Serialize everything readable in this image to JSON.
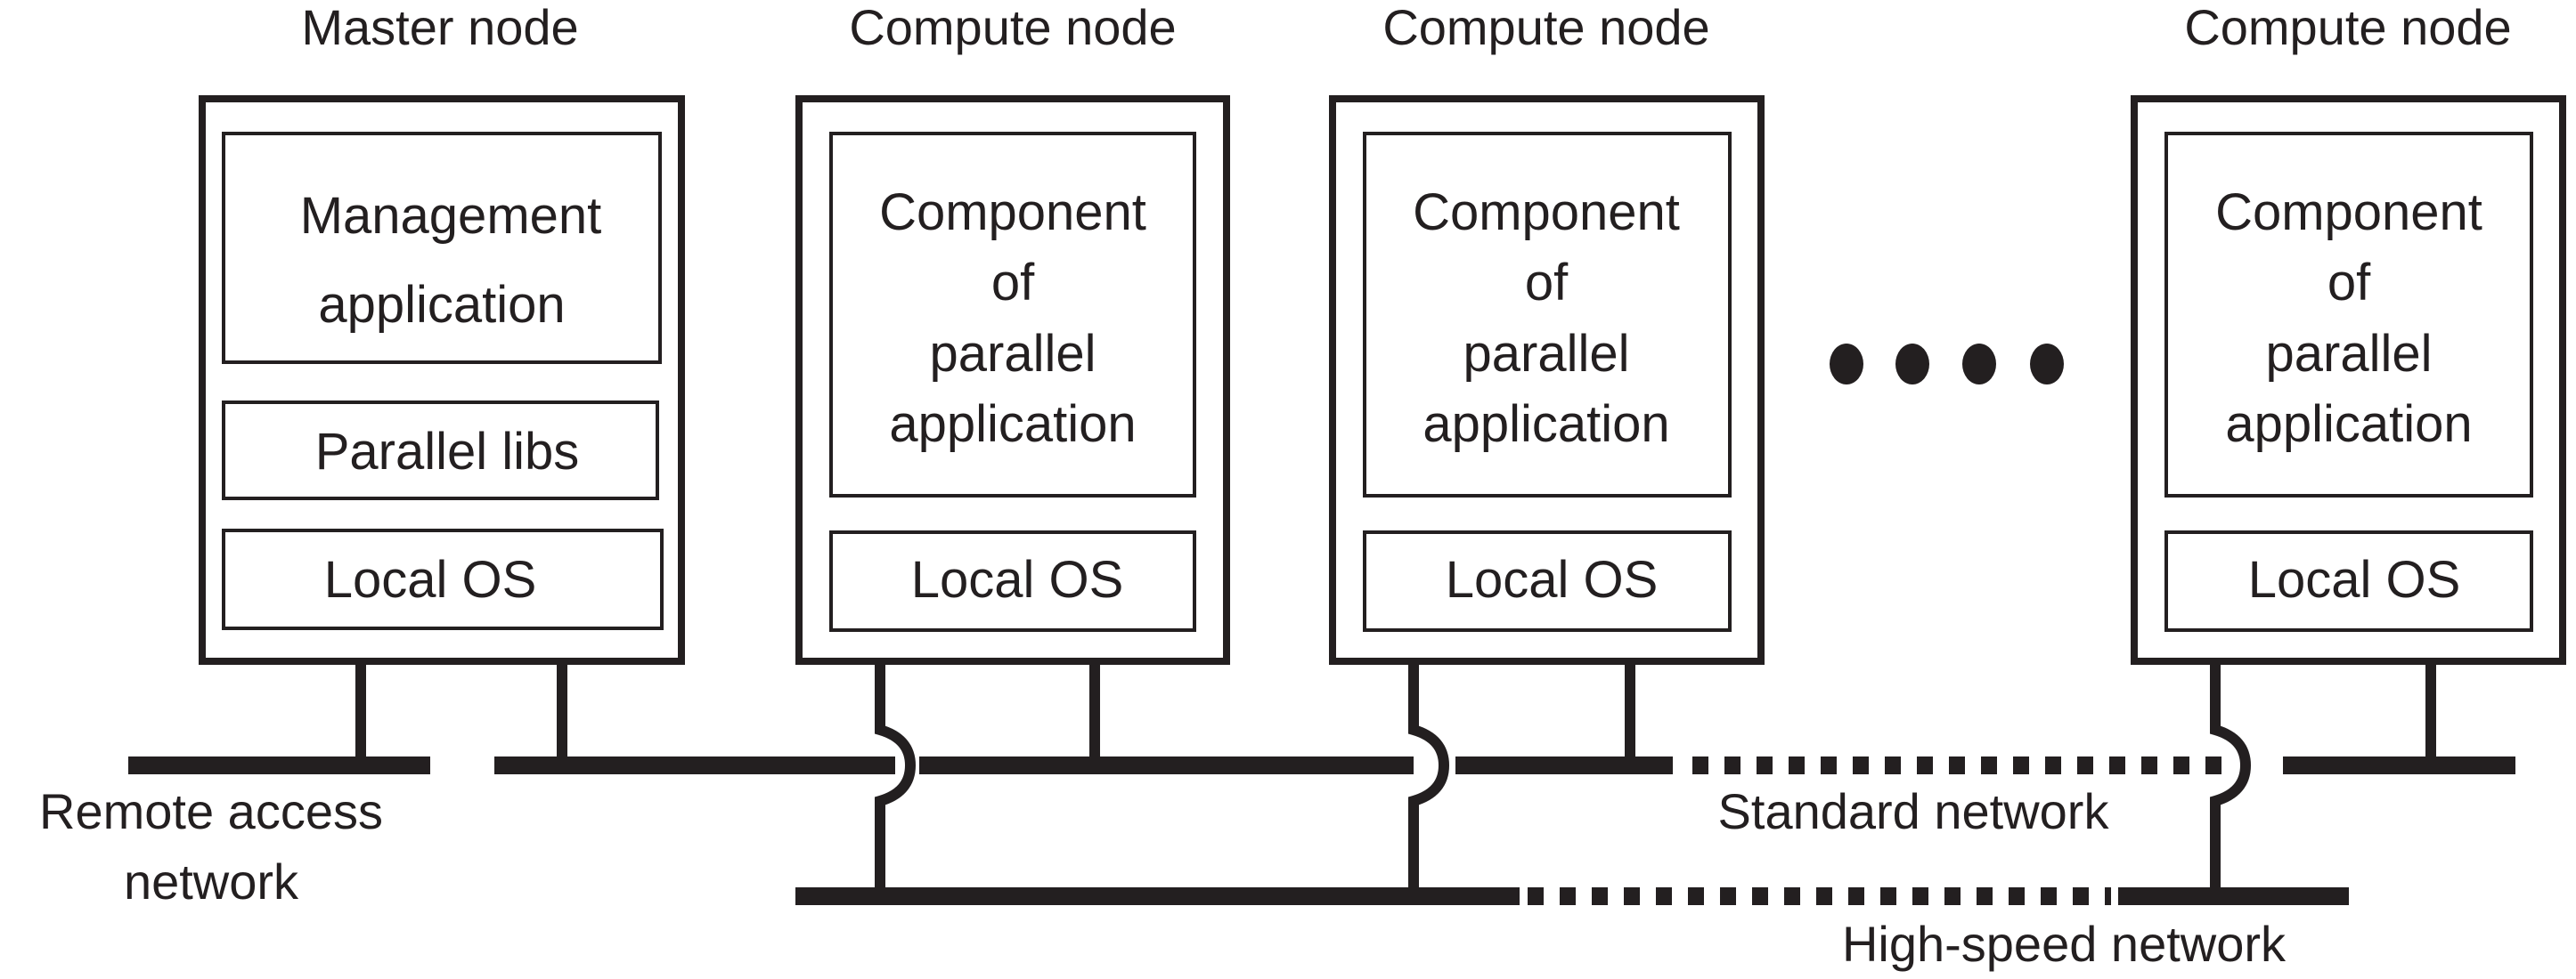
{
  "diagram": {
    "type": "cluster-architecture",
    "line_color": "#231f20",
    "nodes": [
      {
        "id": "master",
        "title": "Master node",
        "layers": [
          {
            "id": "management-app",
            "lines": [
              "Management",
              "application"
            ]
          },
          {
            "id": "parallel-libs",
            "lines": [
              "Parallel libs"
            ]
          },
          {
            "id": "local-os",
            "lines": [
              "Local OS"
            ]
          }
        ]
      },
      {
        "id": "compute-1",
        "title": "Compute node",
        "layers": [
          {
            "id": "parallel-component",
            "lines": [
              "Component",
              "of",
              "parallel",
              "application"
            ]
          },
          {
            "id": "local-os",
            "lines": [
              "Local OS"
            ]
          }
        ]
      },
      {
        "id": "compute-2",
        "title": "Compute node",
        "layers": [
          {
            "id": "parallel-component",
            "lines": [
              "Component",
              "of",
              "parallel",
              "application"
            ]
          },
          {
            "id": "local-os",
            "lines": [
              "Local OS"
            ]
          }
        ]
      },
      {
        "id": "compute-n",
        "title": "Compute node",
        "layers": [
          {
            "id": "parallel-component",
            "lines": [
              "Component",
              "of",
              "parallel",
              "application"
            ]
          },
          {
            "id": "local-os",
            "lines": [
              "Local OS"
            ]
          }
        ]
      }
    ],
    "ellipsis_dots": 4,
    "networks": {
      "remote": {
        "lines": [
          "Remote access",
          "network"
        ]
      },
      "standard": {
        "label": "Standard network"
      },
      "high_speed": {
        "label": "High-speed network"
      }
    }
  }
}
